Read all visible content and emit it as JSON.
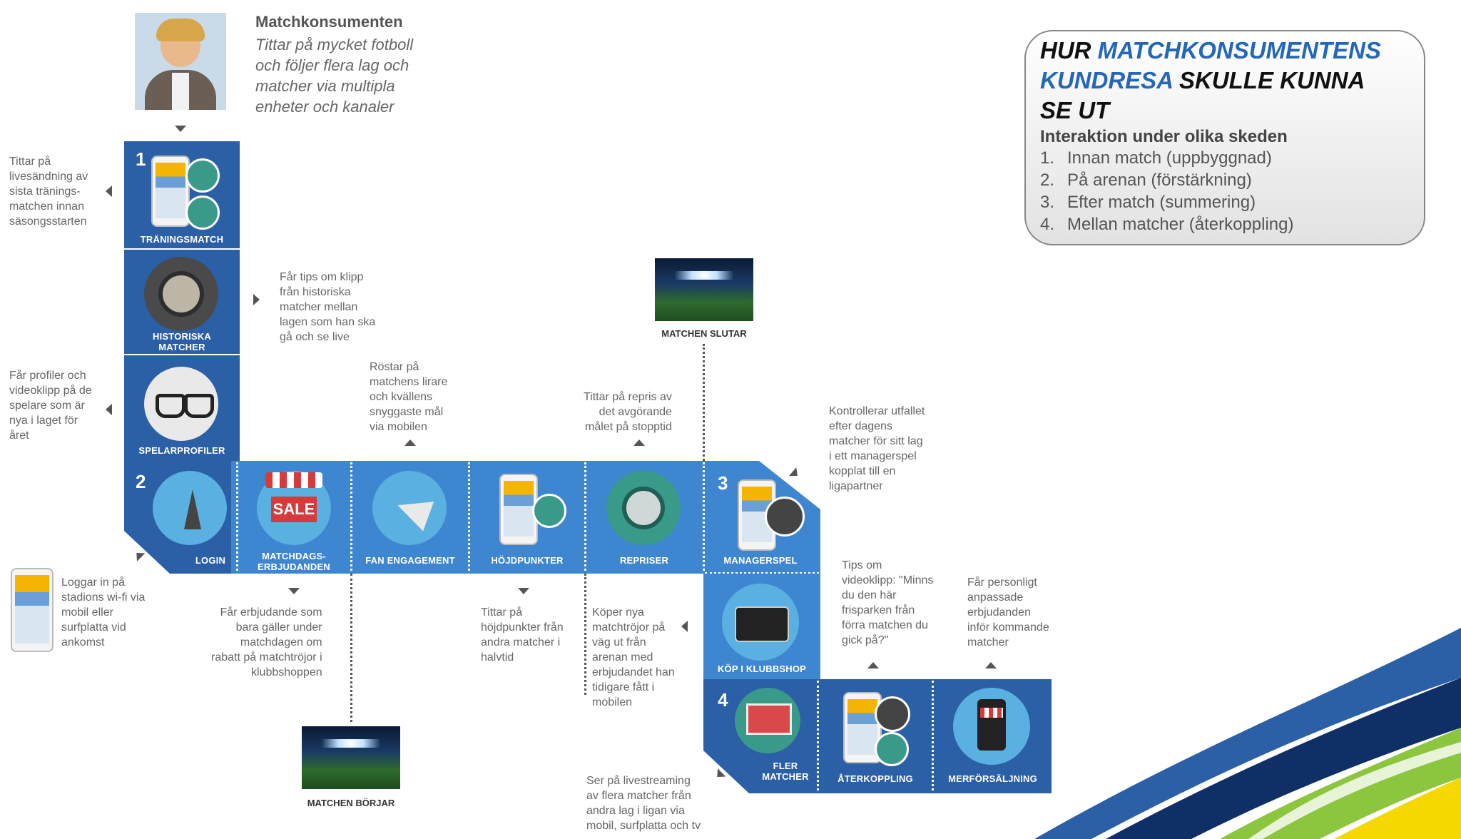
{
  "persona": {
    "title": "Matchkonsumenten",
    "desc": "Tittar på mycket fotboll\noch följer flera lag och\nmatcher via multipla\nenheter och kanaler"
  },
  "infobox": {
    "line1_a": "HUR ",
    "line1_b": "MATCHKONSUMENTENS",
    "line2_a": "KUNDRESA",
    "line2_b": " SKULLE KUNNA",
    "line3": "SE UT",
    "subtitle": "Interaktion under olika skeden",
    "items": [
      "Innan match (uppbyggnad)",
      "På arenan (förstärkning)",
      "Efter match (summering)",
      "Mellan matcher (återkoppling)"
    ],
    "numbers": [
      "1.",
      "2.",
      "3.",
      "4."
    ]
  },
  "tiles": {
    "traningsmatch": {
      "num": "1",
      "label": "TRÄNINGSMATCH"
    },
    "historiska": {
      "label": "HISTORISKA\nMATCHER"
    },
    "spelarprofiler": {
      "label": "SPELARPROFILER"
    },
    "login": {
      "num": "2",
      "label": "LOGIN"
    },
    "matchdags": {
      "label": "MATCHDAGS-\nERBJUDANDEN",
      "sale": "SALE"
    },
    "fan": {
      "label": "FAN ENGAGEMENT"
    },
    "hojdpunkter": {
      "label": "HÖJDPUNKTER"
    },
    "repriser": {
      "label": "REPRISER"
    },
    "managerspel": {
      "num": "3",
      "label": "MANAGERSPEL"
    },
    "klubbshop": {
      "label": "KÖP I KLUBBSHOP"
    },
    "flermatcher": {
      "num": "4",
      "label": "FLER\nMATCHER"
    },
    "aterkoppling": {
      "label": "ÅTERKOPPLING"
    },
    "merforsaljning": {
      "label": "MERFÖRSÄLJNING"
    }
  },
  "stadiums": {
    "slutar": "MATCHEN SLUTAR",
    "borjar": "MATCHEN BÖRJAR"
  },
  "notes": {
    "n1": "Tittar på\nlivesändning av\nsista tränings-\nmatchen innan\nsäsongsstarten",
    "n2": "Får tips om klipp\nfrån historiska\nmatcher mellan\nlagen som han ska\ngå och se live",
    "n3": "Får profiler och\nvideoklipp på de\nspelare som är\nnya i laget för\nåret",
    "n4": "Röstar på\nmatchens lirare\noch kvällens\nsnyggaste mål\nvia mobilen",
    "n5": "Tittar på repris av\ndet avgörande\nmålet på stopptid",
    "n6": "Kontrollerar utfallet\nefter dagens\nmatcher för sitt lag\ni ett managerspel\nkopplat till en\nligapartner",
    "n7": "Loggar in på\nstadions wi-fi via\nmobil eller\nsurfplatta vid\nankomst",
    "n8": "Får erbjudande som\nbara gäller under\nmatchdagen om\nrabatt på matchtröjor i\nklubbshoppen",
    "n9": "Tittar på\nhöjdpunkter från\nandra matcher i\nhalvtid",
    "n10": "Köper nya\nmatchtröjor på\nväg ut från\narenan med\nerbjudandet han\ntidigare fått i\nmobilen",
    "n11": "Tips om\nvideoklipp: \"Minns\ndu den här\nfrisparken från\nförra matchen du\ngick på?\"",
    "n12": "Får personligt\nanpassade\nerbjudanden\ninför kommande\nmatcher",
    "n13": "Ser på livestreaming\nav flera matcher från\nandra lag i ligan via\nmobil, surfplatta och tv"
  },
  "colors": {
    "tile_dark": "#2b5fa6",
    "tile_light": "#3f86d0",
    "accent_blue": "#2466b8",
    "wave_green": "#8cc63f",
    "wave_yellow": "#f5d800"
  }
}
